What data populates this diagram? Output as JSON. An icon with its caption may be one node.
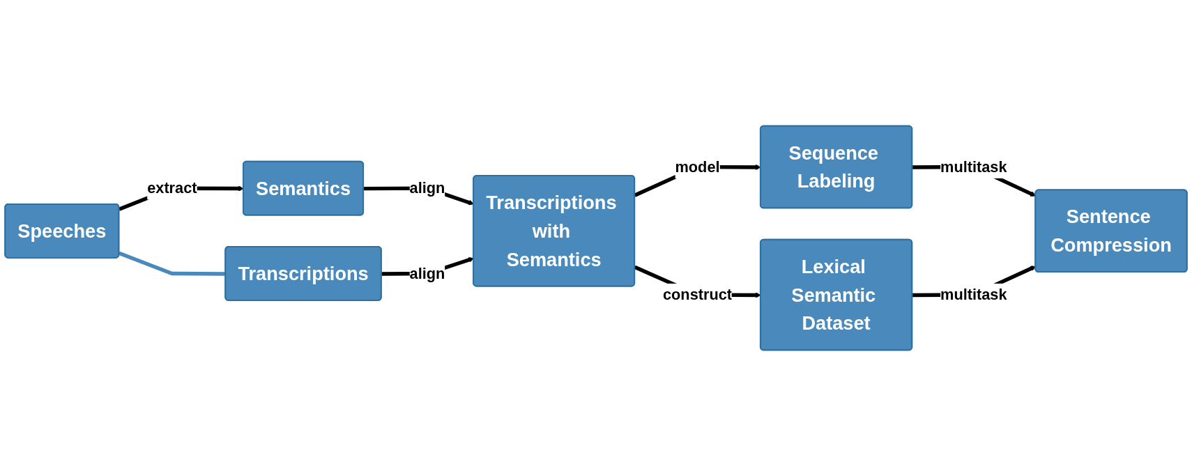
{
  "diagram": {
    "nodes": [
      {
        "text": [
          "Speeches"
        ]
      },
      {
        "text": [
          "Semantics"
        ]
      },
      {
        "text": [
          "Transcriptions"
        ]
      },
      {
        "text": [
          "Transcriptions with Semantics"
        ]
      },
      {
        "text": [
          "Sequence Labeling"
        ]
      },
      {
        "text": [
          "Lexical Semantic Dataset"
        ]
      },
      {
        "text": [
          "Sentence Compression"
        ]
      }
    ],
    "edges": [
      {
        "from": 0,
        "to": 1,
        "arrow": "to",
        "label": "extract"
      },
      {
        "from": 0,
        "to": 2,
        "arrow": "none",
        "color": "#4a89bb"
      },
      {
        "from": 1,
        "to": 3,
        "arrow": "to",
        "label": "align"
      },
      {
        "from": 2,
        "to": 3,
        "arrow": "to",
        "label": "align"
      },
      {
        "from": 3,
        "to": 4,
        "arrow": "to",
        "label": "model"
      },
      {
        "from": 3,
        "to": 5,
        "arrow": "to",
        "label": "construct"
      },
      {
        "from": 4,
        "to": 6,
        "arrow": "to",
        "label": "multitask"
      },
      {
        "from": 5,
        "to": 6,
        "arrow": "to",
        "label": "multitask"
      }
    ]
  }
}
